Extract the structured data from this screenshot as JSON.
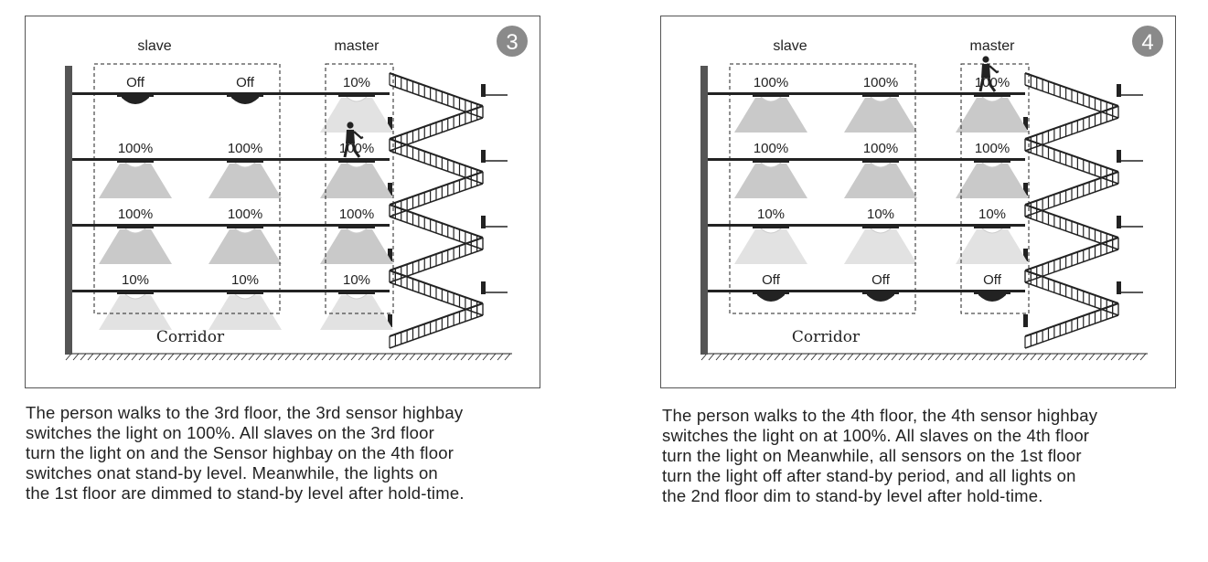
{
  "panels": [
    {
      "step": "3",
      "group_labels": {
        "slave": "slave",
        "master": "master"
      },
      "corridor": "Corridor",
      "person_floor": 3,
      "floors": [
        {
          "floor": 1,
          "slave_1": "10%",
          "slave_2": "10%",
          "master": "10%"
        },
        {
          "floor": 2,
          "slave_1": "100%",
          "slave_2": "100%",
          "master": "100%"
        },
        {
          "floor": 3,
          "slave_1": "100%",
          "slave_2": "100%",
          "master": "100%"
        },
        {
          "floor": 4,
          "slave_1": "Off",
          "slave_2": "Off",
          "master": "10%"
        }
      ],
      "caption": [
        "The person walks to the 3rd floor, the 3rd sensor highbay",
        "switches the light on 100%. All slaves on the 3rd floor",
        "turn the light on and the Sensor highbay on the 4th floor",
        "switches onat stand-by level. Meanwhile, the lights on",
        "the 1st floor are dimmed to stand-by level after hold-time."
      ]
    },
    {
      "step": "4",
      "group_labels": {
        "slave": "slave",
        "master": "master"
      },
      "corridor": "Corridor",
      "person_floor": 4,
      "floors": [
        {
          "floor": 1,
          "slave_1": "Off",
          "slave_2": "Off",
          "master": "Off"
        },
        {
          "floor": 2,
          "slave_1": "10%",
          "slave_2": "10%",
          "master": "10%"
        },
        {
          "floor": 3,
          "slave_1": "100%",
          "slave_2": "100%",
          "master": "100%"
        },
        {
          "floor": 4,
          "slave_1": "100%",
          "slave_2": "100%",
          "master": "100%"
        }
      ],
      "caption": [
        "The person walks to the 4th floor, the 4th sensor highbay",
        "switches the light on at 100%. All slaves on the 4th floor",
        "turn the light on Meanwhile, all sensors on the 1st floor",
        "turn the light off after stand-by period, and all lights on",
        "the 2nd floor dim to stand-by level after hold-time."
      ]
    }
  ],
  "colors": {
    "wall": "#555555",
    "ink": "#222222",
    "beam_full": "#c9c9c9",
    "beam_standby": "#e2e2e2",
    "badge": "#8a8a8a"
  }
}
